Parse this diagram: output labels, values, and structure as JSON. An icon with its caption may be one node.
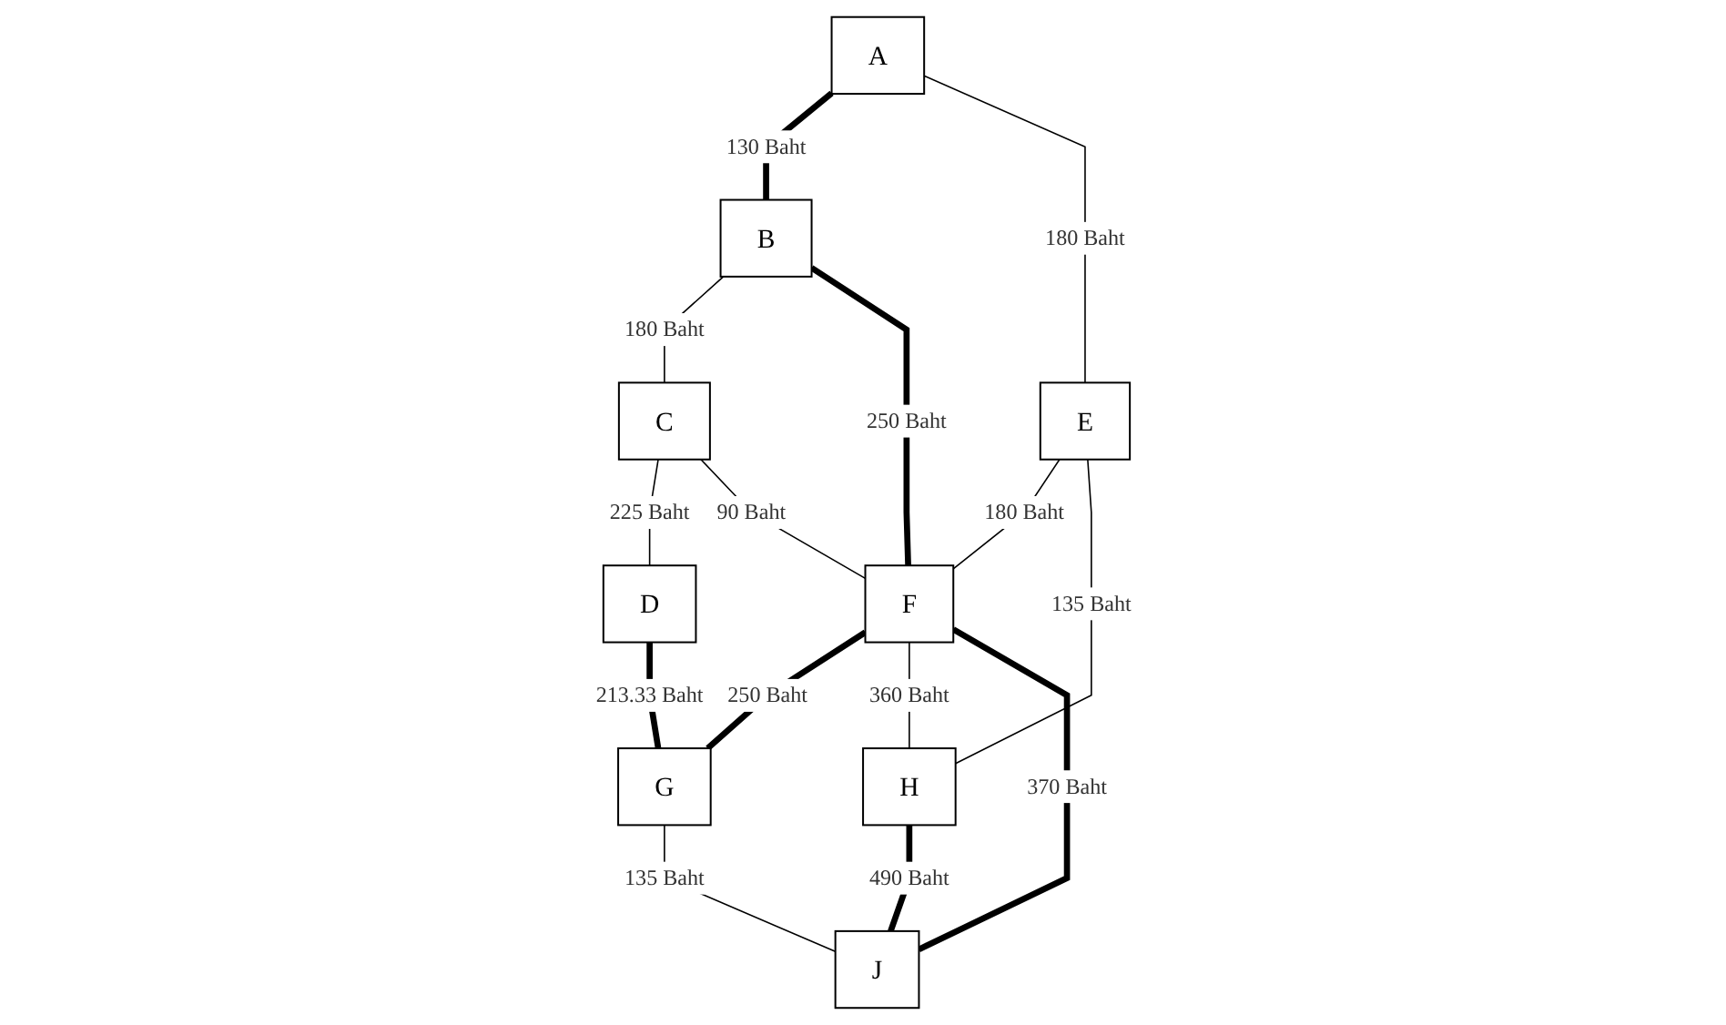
{
  "diagram": {
    "nodes": [
      {
        "text": [
          "A"
        ]
      },
      {
        "text": [
          "B"
        ]
      },
      {
        "text": [
          "C"
        ]
      },
      {
        "text": [
          "D"
        ]
      },
      {
        "text": [
          "E"
        ]
      },
      {
        "text": [
          "F"
        ]
      },
      {
        "text": [
          "G"
        ]
      },
      {
        "text": [
          "H"
        ]
      },
      {
        "text": [
          "J"
        ]
      }
    ],
    "edges": [
      {
        "from": 0,
        "to": 1,
        "arrow": "none",
        "label": "130 Baht",
        "style": "thick"
      },
      {
        "from": 1,
        "to": 2,
        "arrow": "none",
        "label": "180 Baht"
      },
      {
        "from": 2,
        "to": 3,
        "arrow": "none",
        "label": "225 Baht"
      },
      {
        "from": 0,
        "to": 4,
        "arrow": "none",
        "label": "180 Baht"
      },
      {
        "from": 1,
        "to": 5,
        "arrow": "none",
        "label": "250 Baht",
        "style": "thick"
      },
      {
        "from": 2,
        "to": 5,
        "arrow": "none",
        "label": "90 Baht"
      },
      {
        "from": 3,
        "to": 6,
        "arrow": "none",
        "label": "213.33 Baht",
        "style": "thick"
      },
      {
        "from": 4,
        "to": 5,
        "arrow": "none",
        "label": "180 Baht"
      },
      {
        "from": 5,
        "to": 6,
        "arrow": "none",
        "label": "250 Baht",
        "style": "thick"
      },
      {
        "from": 4,
        "to": 7,
        "arrow": "none",
        "label": "135 Baht"
      },
      {
        "from": 5,
        "to": 7,
        "arrow": "none",
        "label": "360 Baht"
      },
      {
        "from": 5,
        "to": 8,
        "arrow": "none",
        "label": "370 Baht",
        "style": "thick"
      },
      {
        "from": 6,
        "to": 8,
        "arrow": "none",
        "label": "135 Baht"
      },
      {
        "from": 7,
        "to": 8,
        "arrow": "none",
        "label": "490 Baht",
        "style": "thick"
      }
    ]
  }
}
